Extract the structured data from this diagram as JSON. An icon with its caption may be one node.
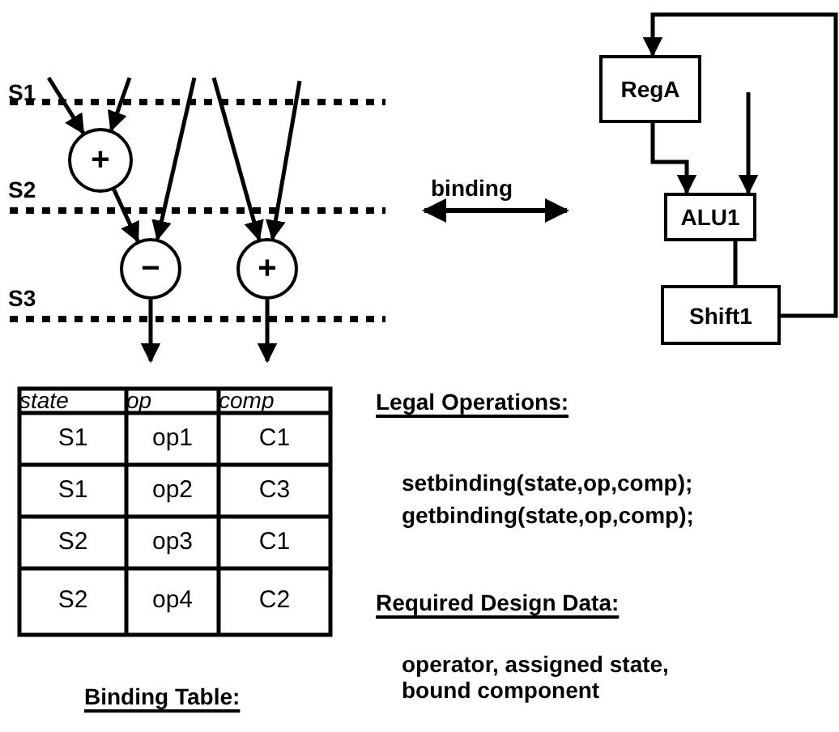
{
  "diagram": {
    "nodes": [
      {
        "text": [
          "+"
        ]
      },
      {
        "text": [
          "−"
        ]
      },
      {
        "text": [
          "+"
        ]
      },
      {
        "text": [
          "RegA"
        ]
      },
      {
        "text": [
          "ALU1"
        ]
      },
      {
        "text": [
          "Shift1"
        ]
      }
    ],
    "edges": [
      {
        "from": null,
        "to": 0,
        "arrow": "to"
      },
      {
        "from": null,
        "to": 0,
        "arrow": "to"
      },
      {
        "from": null,
        "to": 1,
        "arrow": "to"
      },
      {
        "from": 0,
        "to": 1,
        "arrow": "to"
      },
      {
        "from": null,
        "to": 2,
        "arrow": "to"
      },
      {
        "from": null,
        "to": 2,
        "arrow": "to"
      },
      {
        "from": 1,
        "to": null,
        "arrow": "to"
      },
      {
        "from": 2,
        "to": null,
        "arrow": "to"
      },
      {
        "from": 3,
        "to": 4,
        "arrow": "to"
      },
      {
        "from": null,
        "to": 4,
        "arrow": "to"
      },
      {
        "from": 4,
        "to": 5,
        "arrow": "none"
      },
      {
        "from": 5,
        "to": 3,
        "arrow": "to"
      }
    ],
    "labels": [
      "S1",
      "S2",
      "S3",
      "binding",
      "state",
      "op",
      "comp",
      "S1",
      "op1",
      "C1",
      "S1",
      "op2",
      "C3",
      "S2",
      "op3",
      "C1",
      "S2",
      "op4",
      "C2",
      "Binding Table:",
      "Legal Operations:",
      "setbinding(state,op,comp);",
      "getbinding(state,op,comp);",
      "Required Design Data:",
      "operator, assigned state, bound component"
    ]
  }
}
